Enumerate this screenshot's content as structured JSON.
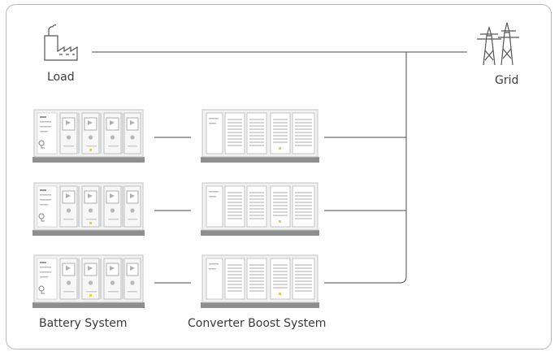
{
  "labels": {
    "load": "Load",
    "grid": "Grid",
    "battery_system": "Battery System",
    "converter_boost_system": "Converter Boost System"
  },
  "colors": {
    "line": "#4a4a4a",
    "frame_border": "#b9b9b9",
    "unit_body": "#f1f1f1",
    "unit_outline": "#c4c4c4",
    "unit_base": "#8e8e8e",
    "accent_yellow": "#e7d23a",
    "text": "#3b3b3b"
  },
  "icons": {
    "load": "factory-icon",
    "grid": "transmission-tower-icon"
  },
  "diagram": {
    "battery_units": 3,
    "converter_units": 3
  }
}
